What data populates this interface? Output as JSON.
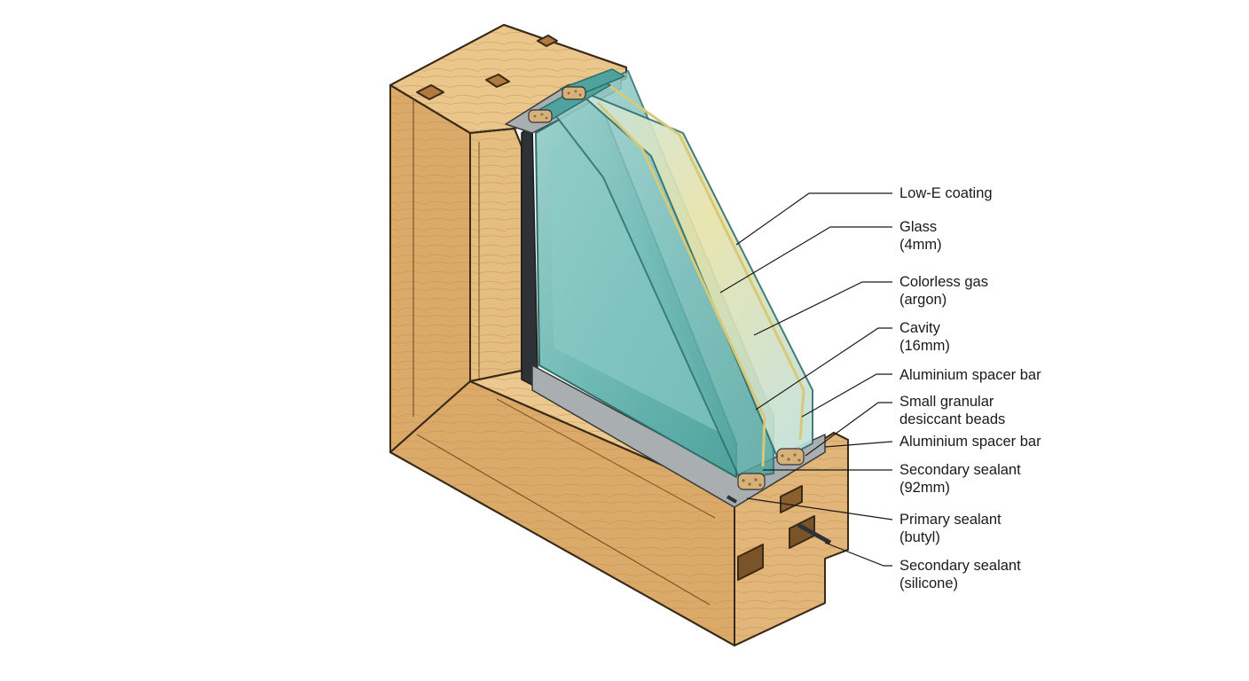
{
  "labels": [
    {
      "id": "low-e-coating",
      "lines": [
        "Low-E coating"
      ]
    },
    {
      "id": "glass",
      "lines": [
        "Glass",
        "(4mm)"
      ]
    },
    {
      "id": "colorless-gas",
      "lines": [
        "Colorless gas",
        "(argon)"
      ]
    },
    {
      "id": "cavity",
      "lines": [
        "Cavity",
        "(16mm)"
      ]
    },
    {
      "id": "aluminium-spacer-bar-upper",
      "lines": [
        "Aluminium spacer bar"
      ]
    },
    {
      "id": "desiccant-beads",
      "lines": [
        "Small granular",
        "desiccant beads"
      ]
    },
    {
      "id": "aluminium-spacer-bar-lower",
      "lines": [
        "Aluminium spacer bar"
      ]
    },
    {
      "id": "secondary-sealant-92mm",
      "lines": [
        "Secondary sealant",
        "(92mm)"
      ]
    },
    {
      "id": "primary-sealant",
      "lines": [
        "Primary sealant",
        "(butyl)"
      ]
    },
    {
      "id": "secondary-sealant-silicone",
      "lines": [
        "Secondary sealant",
        "(silicone)"
      ]
    }
  ],
  "colors": {
    "wood_light": "#e8c48a",
    "wood_mid": "#d9a865",
    "wood_dark": "#c08848",
    "glass_teal": "#6fb9b4",
    "glass_light": "#b9dedb",
    "glass_edge": "#3f8f8a",
    "low_e_gold": "#d8c978",
    "spacer_grey": "#a9aeb0",
    "sealant_dark": "#2e3236",
    "outline": "#3a2a18",
    "leader": "#1a1a1a"
  }
}
